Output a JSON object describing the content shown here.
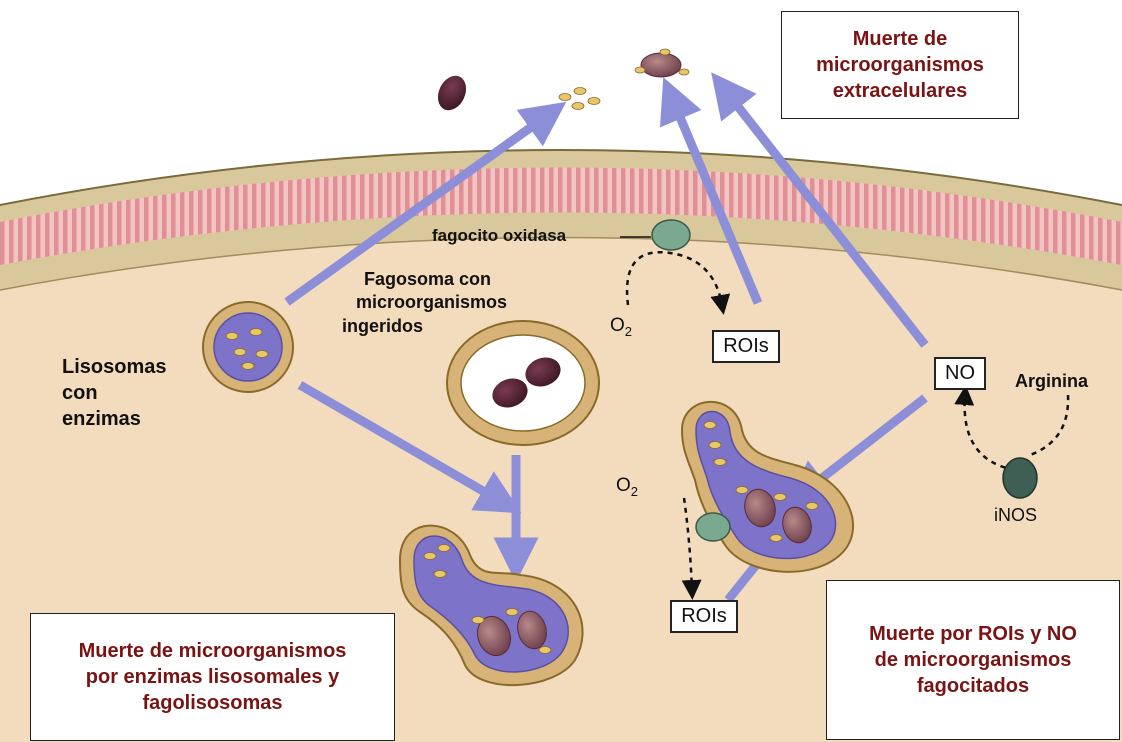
{
  "captions": {
    "extracellular": [
      "Muerte de",
      "microorganismos",
      "extracelulares"
    ],
    "enzymes": [
      "Muerte de microorganismos",
      "por enzimas lisosomales y",
      "fagolisosomas"
    ],
    "rois_no": [
      "Muerte por ROIs y NO",
      "de microorganismos",
      "fagocitados"
    ]
  },
  "labels": {
    "oxidase": "fagocito oxidasa",
    "phagosome": [
      "Fagosoma con",
      "microorganismos",
      "ingeridos"
    ],
    "lysosomes": [
      "Lisosomas",
      "con",
      "enzimas"
    ],
    "arginine": "Arginina",
    "inos": "iNOS",
    "o2": "O",
    "o2_sub": "2"
  },
  "boxes": {
    "rois_top": "ROIs",
    "rois_bottom": "ROIs",
    "no": "NO"
  },
  "colors": {
    "cytoplasm": "#f3dcbe",
    "membrane_band": "#d9c89b",
    "membrane_stripe": "#e08f95",
    "lysosome_fill": "#7d73c9",
    "arrow": "#8c8fd8",
    "microbe": "#5b2a3a",
    "caption_text": "#7a1414"
  }
}
